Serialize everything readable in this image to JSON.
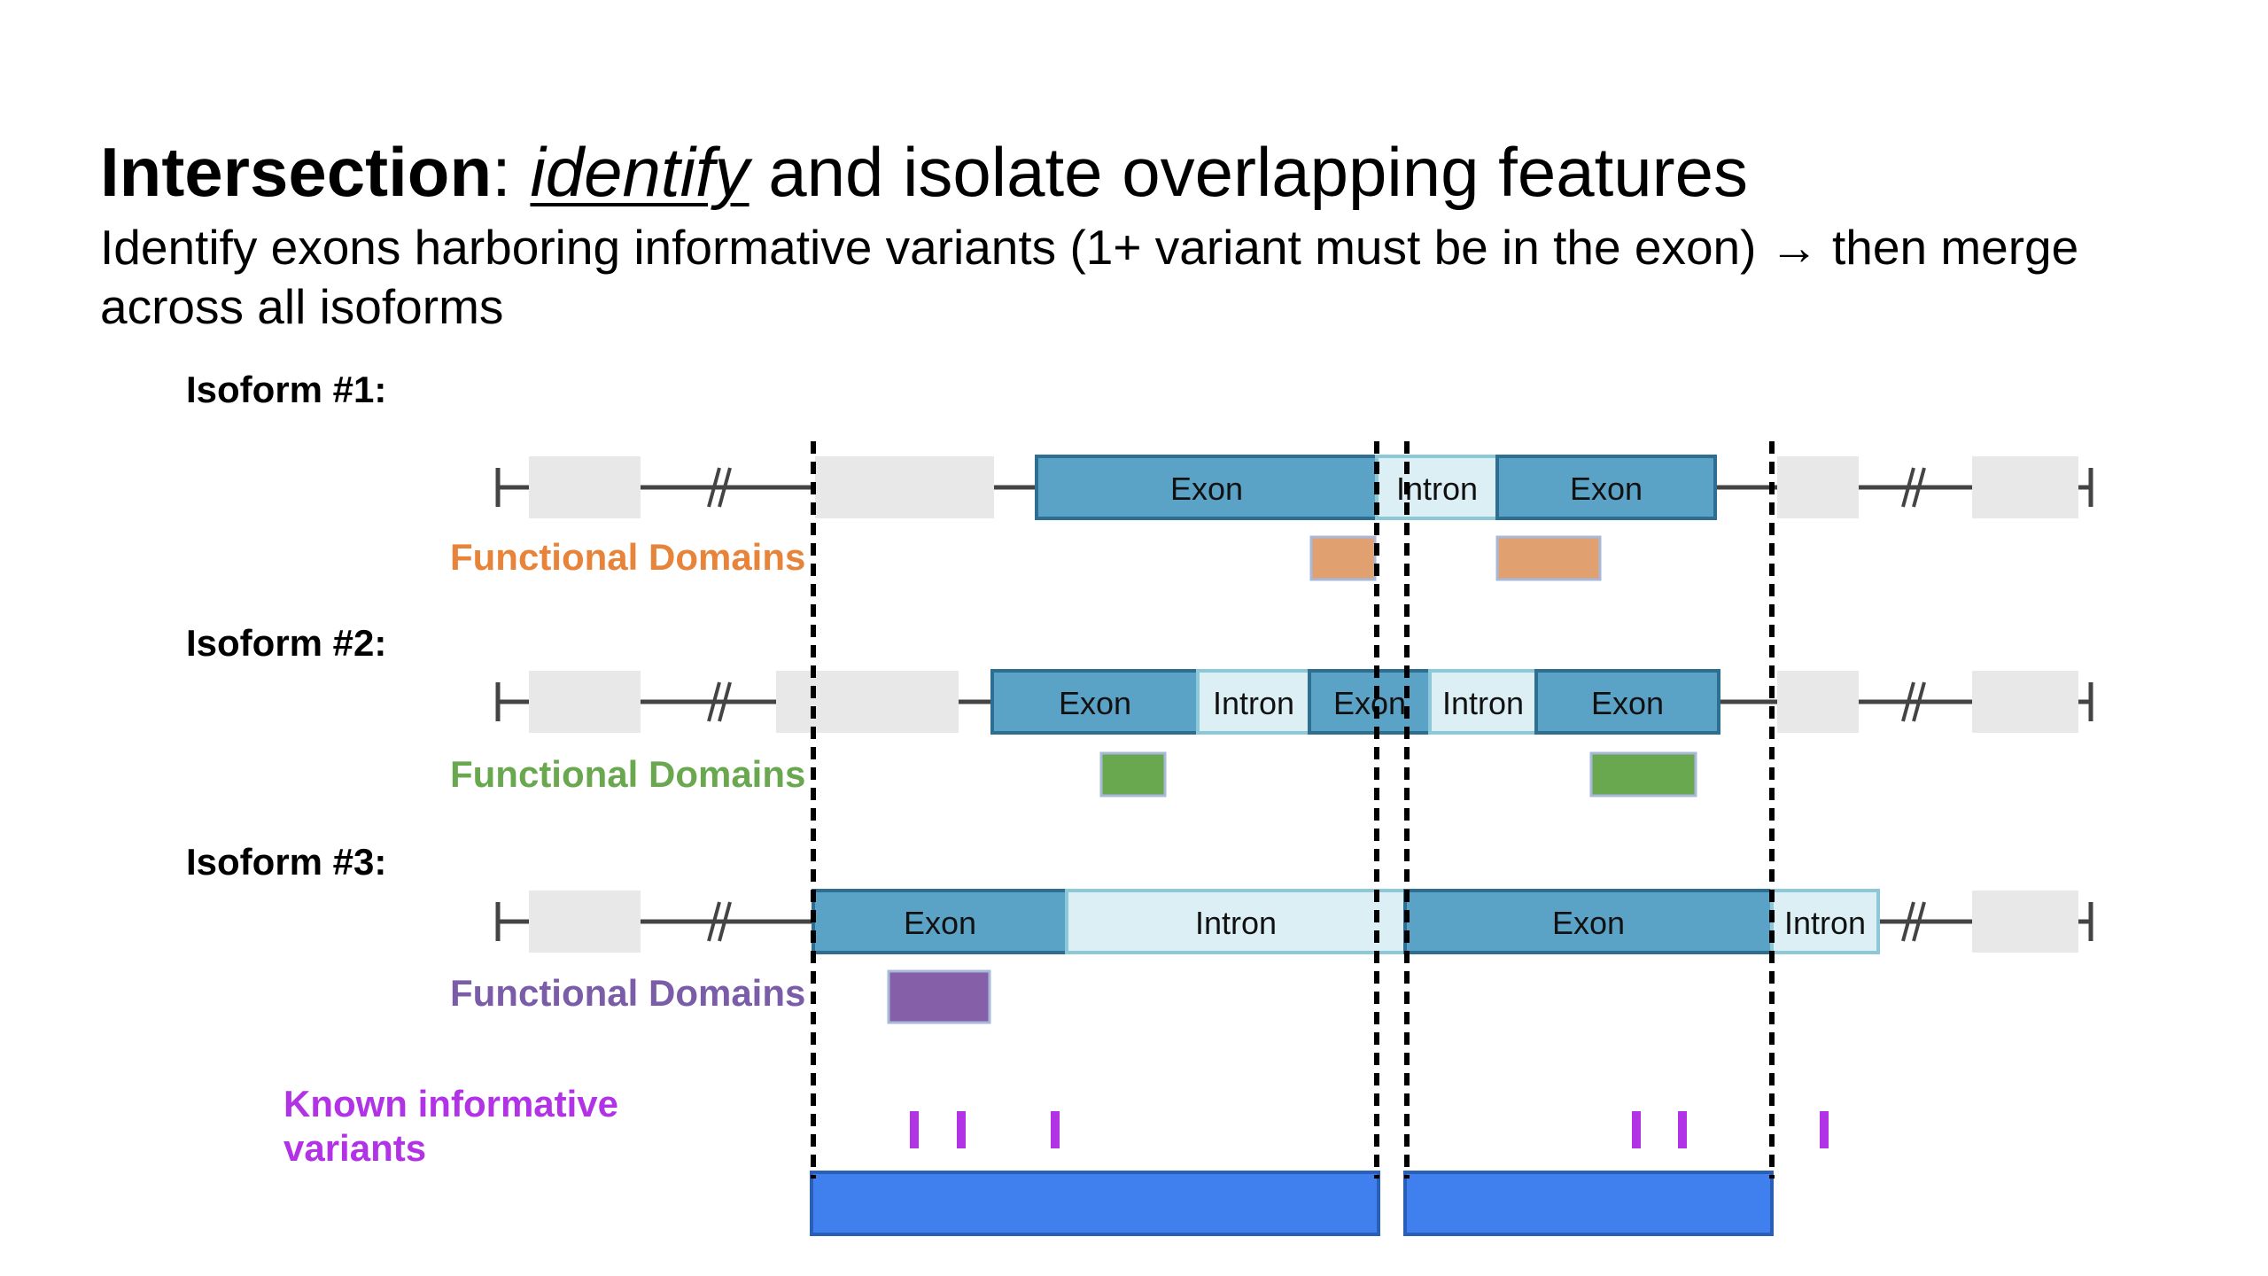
{
  "title": {
    "bold": "Intersection",
    "colon": ":",
    "italic": "identify",
    "rest": " and isolate overlapping features"
  },
  "subtitle": "Identify exons harboring informative variants (1+ variant must be in the exon) → then merge across all isoforms",
  "isoforms": [
    {
      "label": "Isoform #1:",
      "domains_label": "Functional Domains",
      "domains_color": "#E8833A"
    },
    {
      "label": "Isoform #2:",
      "domains_label": "Functional Domains",
      "domains_color": "#6AA84F"
    },
    {
      "label": "Isoform #3:",
      "domains_label": "Functional Domains",
      "domains_color": "#7B5CA8"
    }
  ],
  "segment_labels": {
    "exon": "Exon",
    "intron": "Intron"
  },
  "variants_label": [
    "Known informative",
    "variants"
  ],
  "colors": {
    "exon_fill": "#5BA3C6",
    "exon_stroke": "#2E6E90",
    "intron_fill": "#DCEFF5",
    "intron_stroke": "#8DC8D8",
    "placeholder": "#E8E8E8",
    "variant": "#B233E6",
    "merged": "#3F80EE",
    "domain_1": "#E0A070",
    "domain_2": "#6AA84F",
    "domain_3": "#8560A8"
  }
}
